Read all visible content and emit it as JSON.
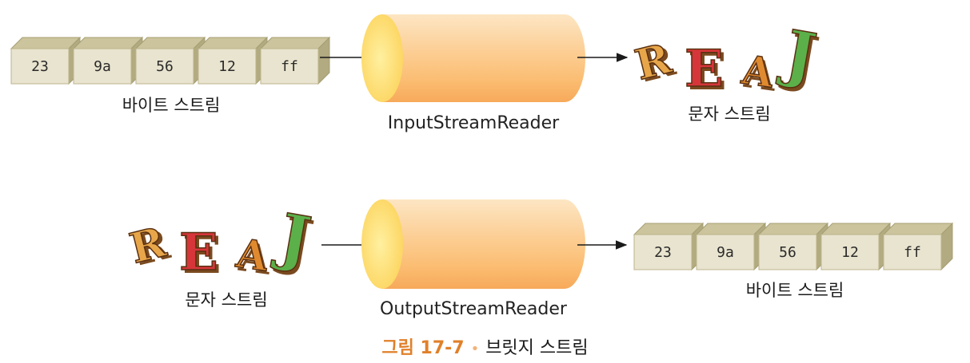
{
  "top_row": {
    "bytes": [
      "23",
      "9a",
      "56",
      "12",
      "ff"
    ],
    "byte_label": "바이트 스트림",
    "converter": "InputStreamReader",
    "char_label": "문자 스트림"
  },
  "bottom_row": {
    "bytes": [
      "23",
      "9a",
      "56",
      "12",
      "ff"
    ],
    "byte_label": "바이트 스트림",
    "converter": "OutputStreamReader",
    "char_label": "문자 스트림"
  },
  "letters": [
    "R",
    "E",
    "A",
    "J"
  ],
  "caption": {
    "number": "그림 17-7",
    "bullet": "•",
    "title": "브릿지 스트림"
  },
  "colors": {
    "box_front": "#e9e4cf",
    "box_top": "#cbc49d",
    "box_side": "#b2aa80",
    "cylinder_body": "#fbc17a",
    "cylinder_cap": "#fde07a",
    "caption_accent": "#e0802a",
    "letter_r": "#e8a64a",
    "letter_e": "#d6363a",
    "letter_a": "#e08a30",
    "letter_j": "#5bb04a"
  },
  "icons": [
    "byte-box",
    "cylinder-converter",
    "arrow-right",
    "char-letter"
  ]
}
